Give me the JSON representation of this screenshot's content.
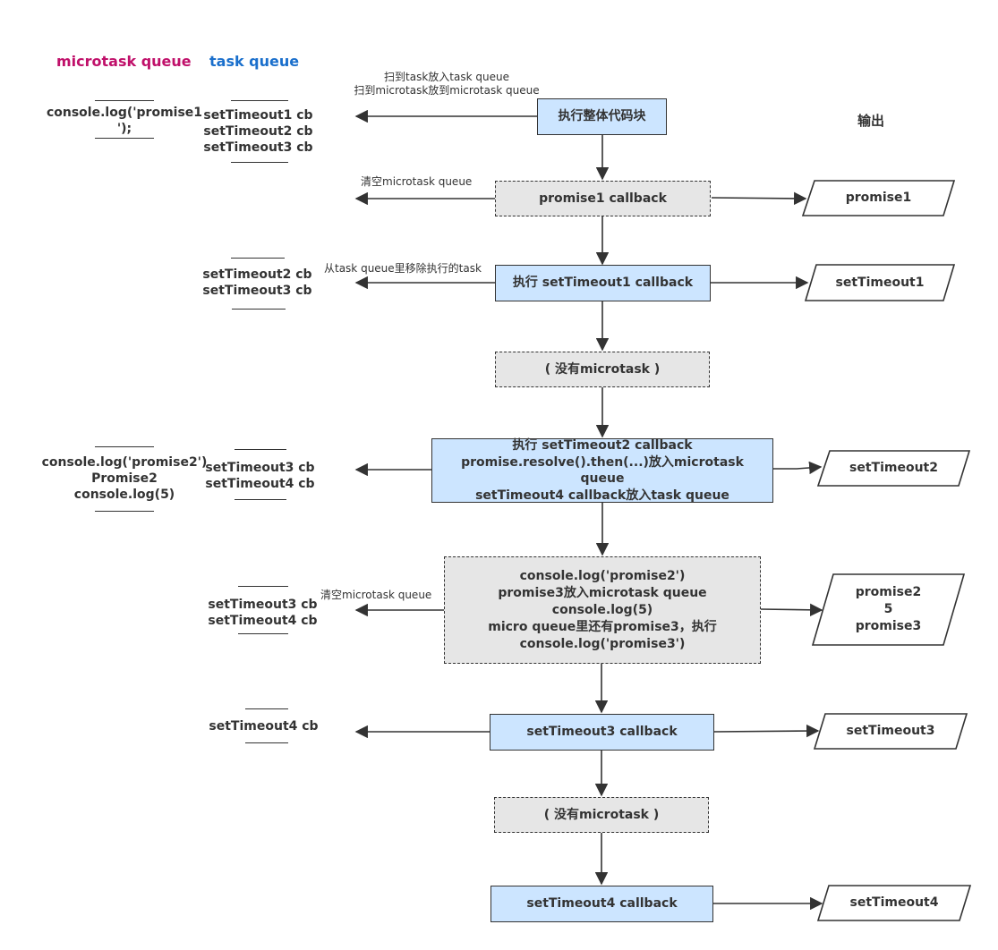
{
  "headers": {
    "microtask": "microtask queue",
    "task": "task queue",
    "output": "输出",
    "microtask_color": "#c0106a",
    "task_color": "#1a6fcc"
  },
  "colors": {
    "solid_fill": "#cce5ff",
    "dashed_fill": "#e6e6e6",
    "stroke": "#333333"
  },
  "steps": [
    {
      "lines": [
        "执行整体代码块"
      ],
      "style": "solid"
    },
    {
      "lines": [
        "promise1 callback"
      ],
      "style": "dashed"
    },
    {
      "lines": [
        "执行 setTimeout1 callback"
      ],
      "style": "solid"
    },
    {
      "lines": [
        "( 没有microtask )"
      ],
      "style": "dashed"
    },
    {
      "lines": [
        "执行 setTimeout2 callback",
        "promise.resolve().then(...)放入microtask",
        "queue",
        "setTimeout4 callback放入task queue"
      ],
      "style": "solid"
    },
    {
      "lines": [
        "console.log('promise2')",
        "promise3放入microtask queue",
        "console.log(5)",
        "micro queue里还有promise3，执行",
        "console.log('promise3')"
      ],
      "style": "dashed"
    },
    {
      "lines": [
        "setTimeout3 callback"
      ],
      "style": "solid"
    },
    {
      "lines": [
        "( 没有microtask )"
      ],
      "style": "dashed"
    },
    {
      "lines": [
        "setTimeout4 callback"
      ],
      "style": "solid"
    }
  ],
  "outputs": [
    {
      "lines": [
        "promise1"
      ]
    },
    {
      "lines": [
        "setTimeout1"
      ]
    },
    {
      "lines": [
        "setTimeout2"
      ]
    },
    {
      "lines": [
        "promise2",
        "5",
        "promise3"
      ]
    },
    {
      "lines": [
        "setTimeout3"
      ]
    },
    {
      "lines": [
        "setTimeout4"
      ]
    }
  ],
  "annotations": [
    {
      "lines": [
        "扫到task放入task queue",
        "扫到microtask放到microtask queue"
      ]
    },
    {
      "lines": [
        "清空microtask queue"
      ]
    },
    {
      "lines": [
        "从task queue里移除执行的task"
      ]
    },
    {
      "lines": [
        "清空microtask queue"
      ]
    }
  ],
  "task_queues": [
    {
      "lines": [
        "setTimeout1 cb",
        "setTimeout2 cb",
        "setTimeout3 cb"
      ]
    },
    {
      "lines": [
        "setTimeout2 cb",
        "setTimeout3 cb"
      ]
    },
    {
      "lines": [
        "setTimeout3 cb",
        "setTimeout4 cb"
      ]
    },
    {
      "lines": [
        "setTimeout3 cb",
        "setTimeout4 cb"
      ]
    },
    {
      "lines": [
        "setTimeout4 cb"
      ]
    }
  ],
  "microtask_queues": [
    {
      "lines": [
        "console.log('promise1",
        "');"
      ]
    },
    {
      "lines": [
        "console.log('promise2')",
        "Promise2",
        "console.log(5)"
      ]
    }
  ]
}
